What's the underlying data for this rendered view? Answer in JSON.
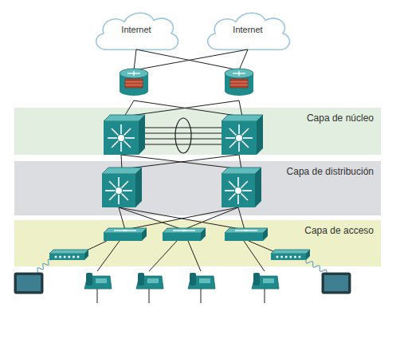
{
  "diagram": {
    "nodes": [
      {
        "text": [
          "Internet"
        ]
      },
      {
        "text": [
          "Internet"
        ]
      },
      {
        "text": [
          "Capa de núcleo"
        ]
      },
      {
        "text": [
          "Capa de distribución"
        ]
      },
      {
        "text": [
          "Capa de acceso"
        ]
      }
    ]
  }
}
